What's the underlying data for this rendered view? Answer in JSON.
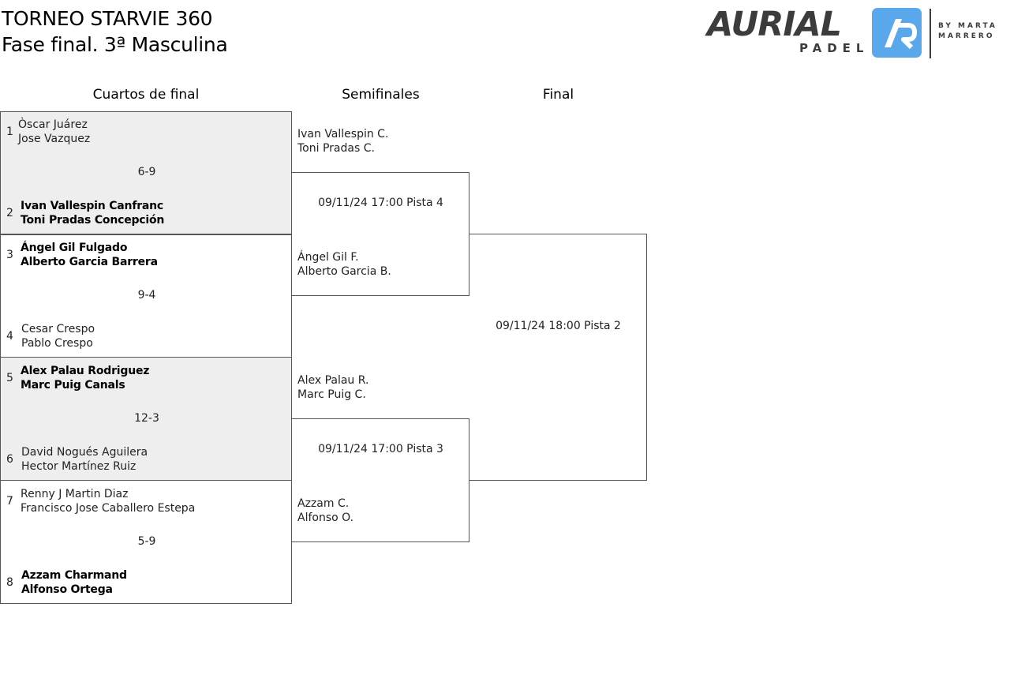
{
  "title": {
    "line1": "TORNEO STARVIE 360",
    "line2": "Fase final. 3ª Masculina"
  },
  "logo": {
    "word": "AURIAL",
    "sub": "PADEL",
    "by_line1": "BY MARTA",
    "by_line2": "MARRERO",
    "badge_color": "#5aa8ec",
    "text_color": "#3c3c3c"
  },
  "headers": {
    "quarterfinals": "Cuartos de final",
    "semifinals": "Semifinales",
    "final": "Final"
  },
  "quarterfinals": [
    {
      "shaded": true,
      "top": {
        "seed": "1",
        "p1": "Òscar Juárez",
        "p2": "Jose Vazquez",
        "winner": false
      },
      "score": "6-9",
      "bottom": {
        "seed": "2",
        "p1": "Ivan Vallespin Canfranc",
        "p2": "Toni Pradas Concepción",
        "winner": true
      }
    },
    {
      "shaded": false,
      "top": {
        "seed": "3",
        "p1": "Ángel Gil Fulgado",
        "p2": "Alberto Garcia Barrera",
        "winner": true
      },
      "score": "9-4",
      "bottom": {
        "seed": "4",
        "p1": "Cesar Crespo",
        "p2": "Pablo Crespo",
        "winner": false
      }
    },
    {
      "shaded": true,
      "top": {
        "seed": "5",
        "p1": "Alex Palau Rodriguez",
        "p2": "Marc Puig Canals",
        "winner": true
      },
      "score": "12-3",
      "bottom": {
        "seed": "6",
        "p1": "David Nogués Aguilera",
        "p2": "Hector Martínez Ruiz",
        "winner": false
      }
    },
    {
      "shaded": false,
      "top": {
        "seed": "7",
        "p1": "Renny J Martin Diaz",
        "p2": "Francisco Jose Caballero Estepa",
        "winner": false
      },
      "score": "5-9",
      "bottom": {
        "seed": "8",
        "p1": "Azzam Charmand",
        "p2": "Alfonso Ortega",
        "winner": true
      }
    }
  ],
  "semifinals": [
    {
      "top": {
        "p1": "Ivan Vallespin C.",
        "p2": "Toni Pradas C."
      },
      "info": "09/11/24 17:00 Pista 4",
      "bottom": {
        "p1": "Ángel Gil F.",
        "p2": "Alberto Garcia B."
      }
    },
    {
      "top": {
        "p1": "Alex Palau R.",
        "p2": "Marc Puig C."
      },
      "info": "09/11/24 17:00 Pista 3",
      "bottom": {
        "p1": "Azzam C.",
        "p2": "Alfonso O."
      }
    }
  ],
  "final": {
    "info": "09/11/24 18:00 Pista 2"
  }
}
